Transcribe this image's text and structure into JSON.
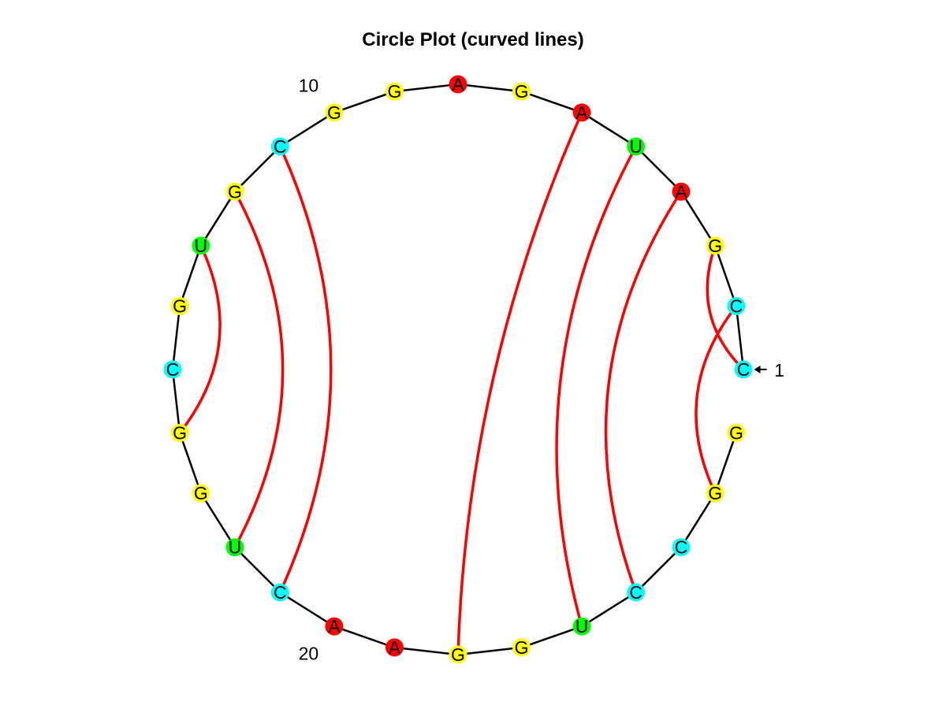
{
  "title": "Circle Plot (curved lines)",
  "sequence": [
    "C",
    "C",
    "G",
    "A",
    "U",
    "A",
    "G",
    "A",
    "G",
    "G",
    "C",
    "G",
    "U",
    "G",
    "C",
    "G",
    "G",
    "U",
    "C",
    "A",
    "A",
    "G",
    "G",
    "U",
    "C",
    "C",
    "G",
    "G"
  ],
  "pairs": [
    [
      1,
      3
    ],
    [
      2,
      27
    ],
    [
      4,
      25
    ],
    [
      5,
      24
    ],
    [
      6,
      22
    ],
    [
      11,
      19
    ],
    [
      12,
      18
    ],
    [
      13,
      16
    ]
  ],
  "position_labels": [
    {
      "index": 1,
      "text": "1"
    },
    {
      "index": 10,
      "text": "10"
    },
    {
      "index": 20,
      "text": "20"
    }
  ],
  "colors": {
    "A": "#ff0000",
    "G": "#ffff00",
    "C": "#00ffff",
    "U": "#00ff00",
    "backbone": "#000000",
    "pair_line": "#ff0000"
  }
}
